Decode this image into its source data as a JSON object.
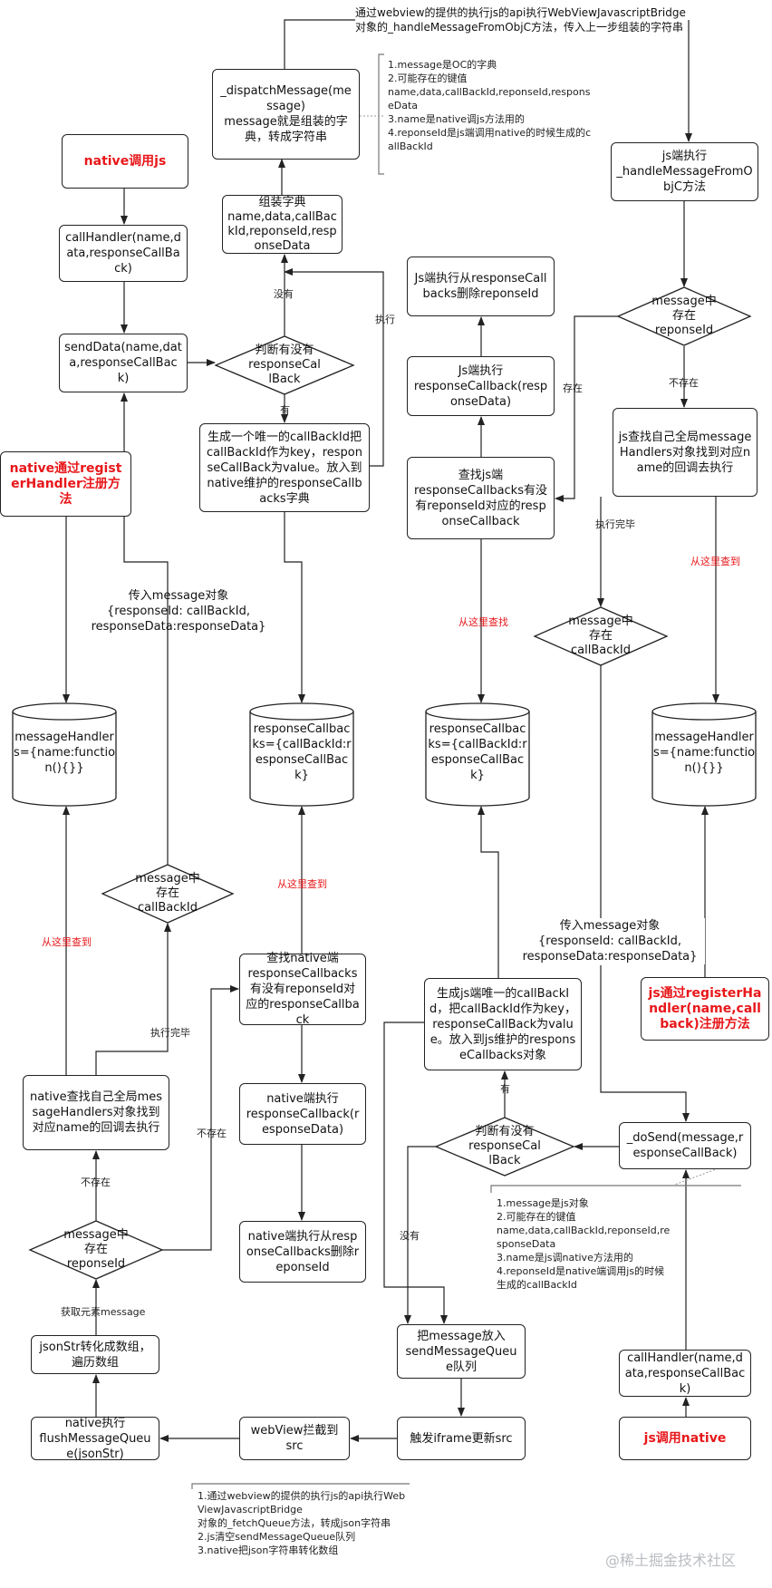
{
  "top_note": [
    "通过webview的提供的执行js的api执行WebViewJavascriptBridge",
    "对象的_handleMessageFromObjC方法，传入上一步组装的字符串"
  ],
  "nodes": {
    "native_call_js": "native调用js",
    "call_handler_native": "callHandler(name,data,responseCallBack)",
    "send_data": "sendData(name,data,responseCallBack)",
    "native_register": "native通过registerHandler注册方法",
    "dispatch_message": "_dispatchMessage(message)\nmessage就是组装的字典，转成字符串",
    "assemble_dict": "组装字典\nname,data,callBackId,reponseId,responseData",
    "gen_callback_native": "生成一个唯一的callBackId把callBackId作为key，responseCallBack为value。放入到native维护的responseCallbacks字典",
    "js_exec_handle": "js端执行\n_handleMessageFromObjC方法",
    "js_delete": "Js端执行从responseCallbacks删除reponseId",
    "js_exec_callback": "Js端执行\nresponseCallback(responseData)",
    "js_find": "查找js端\nresponseCallbacks有没有reponseId对应的responseCallback",
    "js_find_handler": "js查找自己全局messageHandlers对象找到对应name的回调去执行",
    "native_find": "查找native端\nresponseCallbacks有没有reponseId对应的responseCallback",
    "native_exec_callback": "native端执行\nresponseCallback(responseData)",
    "native_delete": "native端执行从responseCallbacks删除reponseId",
    "native_find_handler": "native查找自己全局messageHandlers对象找到对应name的回调去执行",
    "json_parse": "jsonStr转化成数组，遍历数组",
    "native_flush": "native执行\nflushMessageQueue(jsonStr)",
    "webview_intercept": "webView拦截到\nsrc",
    "trigger_iframe": "触发iframe更新src",
    "push_queue": "把message放入\nsendMessageQueue队列",
    "js_gen_callback": "生成js端唯一的callBackId，把callBackId作为key，responseCallBack为value。放入到js维护的responseCallbacks对象",
    "do_send": "_doSend(message,responseCallBack)",
    "js_register": "js通过registerHandler(name,callback)注册方法",
    "call_handler_js": "callHandler(name,data,responseCallBack)",
    "js_call_native": "js调用native"
  },
  "decisions": {
    "native_has_callback": "判断有没有\nresponseCal\nlBack",
    "js_has_responseid": "message中\n存在\nreponseId",
    "js_has_callbackid": "message中\n存在\ncallBackId",
    "native_has_callbackid": "message中\n存在\ncallBackId",
    "native_has_responseid": "message中\n存在\nreponseId",
    "js_has_callback": "判断有没有\nresponseCal\nlBack"
  },
  "stores": {
    "native_handlers": "messageHandlers={name:function(){}}",
    "native_callbacks": "responseCallbacks={callBackId:responseCallBack}",
    "js_callbacks": "responseCallbacks={callBackId:responseCallBack}",
    "js_handlers": "messageHandlers={name:function(){}}"
  },
  "notes": {
    "message_oc_dict": [
      "1.message是OC的字典",
      "2.可能存在的键值",
      "name,data,callBackId,reponseId,responseData",
      "3.name是native调js方法用的",
      "4.reponseId是js端调用native的时候生成的callBackId"
    ],
    "message_js_obj": [
      "1.message是js对象",
      "2.可能存在的键值",
      "name,data,callBackId,reponseId,responseData",
      "3.name是js调native方法用的",
      "4.reponseId是native端调用js的时候生成的callBackId"
    ],
    "fetch_queue": [
      "1.通过webview的提供的执行js的api执行WebViewJavascriptBridge",
      "对象的_fetchQueue方法，转成json字符串",
      "2.js清空sendMessageQueue队列",
      "3.native把json字符串转化数组"
    ]
  },
  "free_texts": {
    "pass_msg_native": [
      "传入message对象",
      "{responseId: callBackId,",
      "responseData:responseData}"
    ],
    "pass_msg_js": [
      "传入message对象",
      "{responseId: callBackId,",
      "responseData:responseData}"
    ]
  },
  "labels": {
    "none_1": "没有",
    "has_1": "有",
    "execute": "执行",
    "exists": "存在",
    "not_exists_js": "不存在",
    "done_js": "执行完毕",
    "find_here_js_1": "从这里查找",
    "find_here_js_2": "从这里查到",
    "find_here_native_1": "从这里查到",
    "find_here_native_2": "从这里查到",
    "done_native": "执行完毕",
    "not_exists_native_1": "不存在",
    "not_exists_native_2": "不存在",
    "get_element": "获取元素message",
    "has_2": "有",
    "none_2": "没有"
  },
  "watermark": "@稀土掘金技术社区",
  "colors": {
    "red": "#e8171a",
    "stroke": "#222222"
  }
}
